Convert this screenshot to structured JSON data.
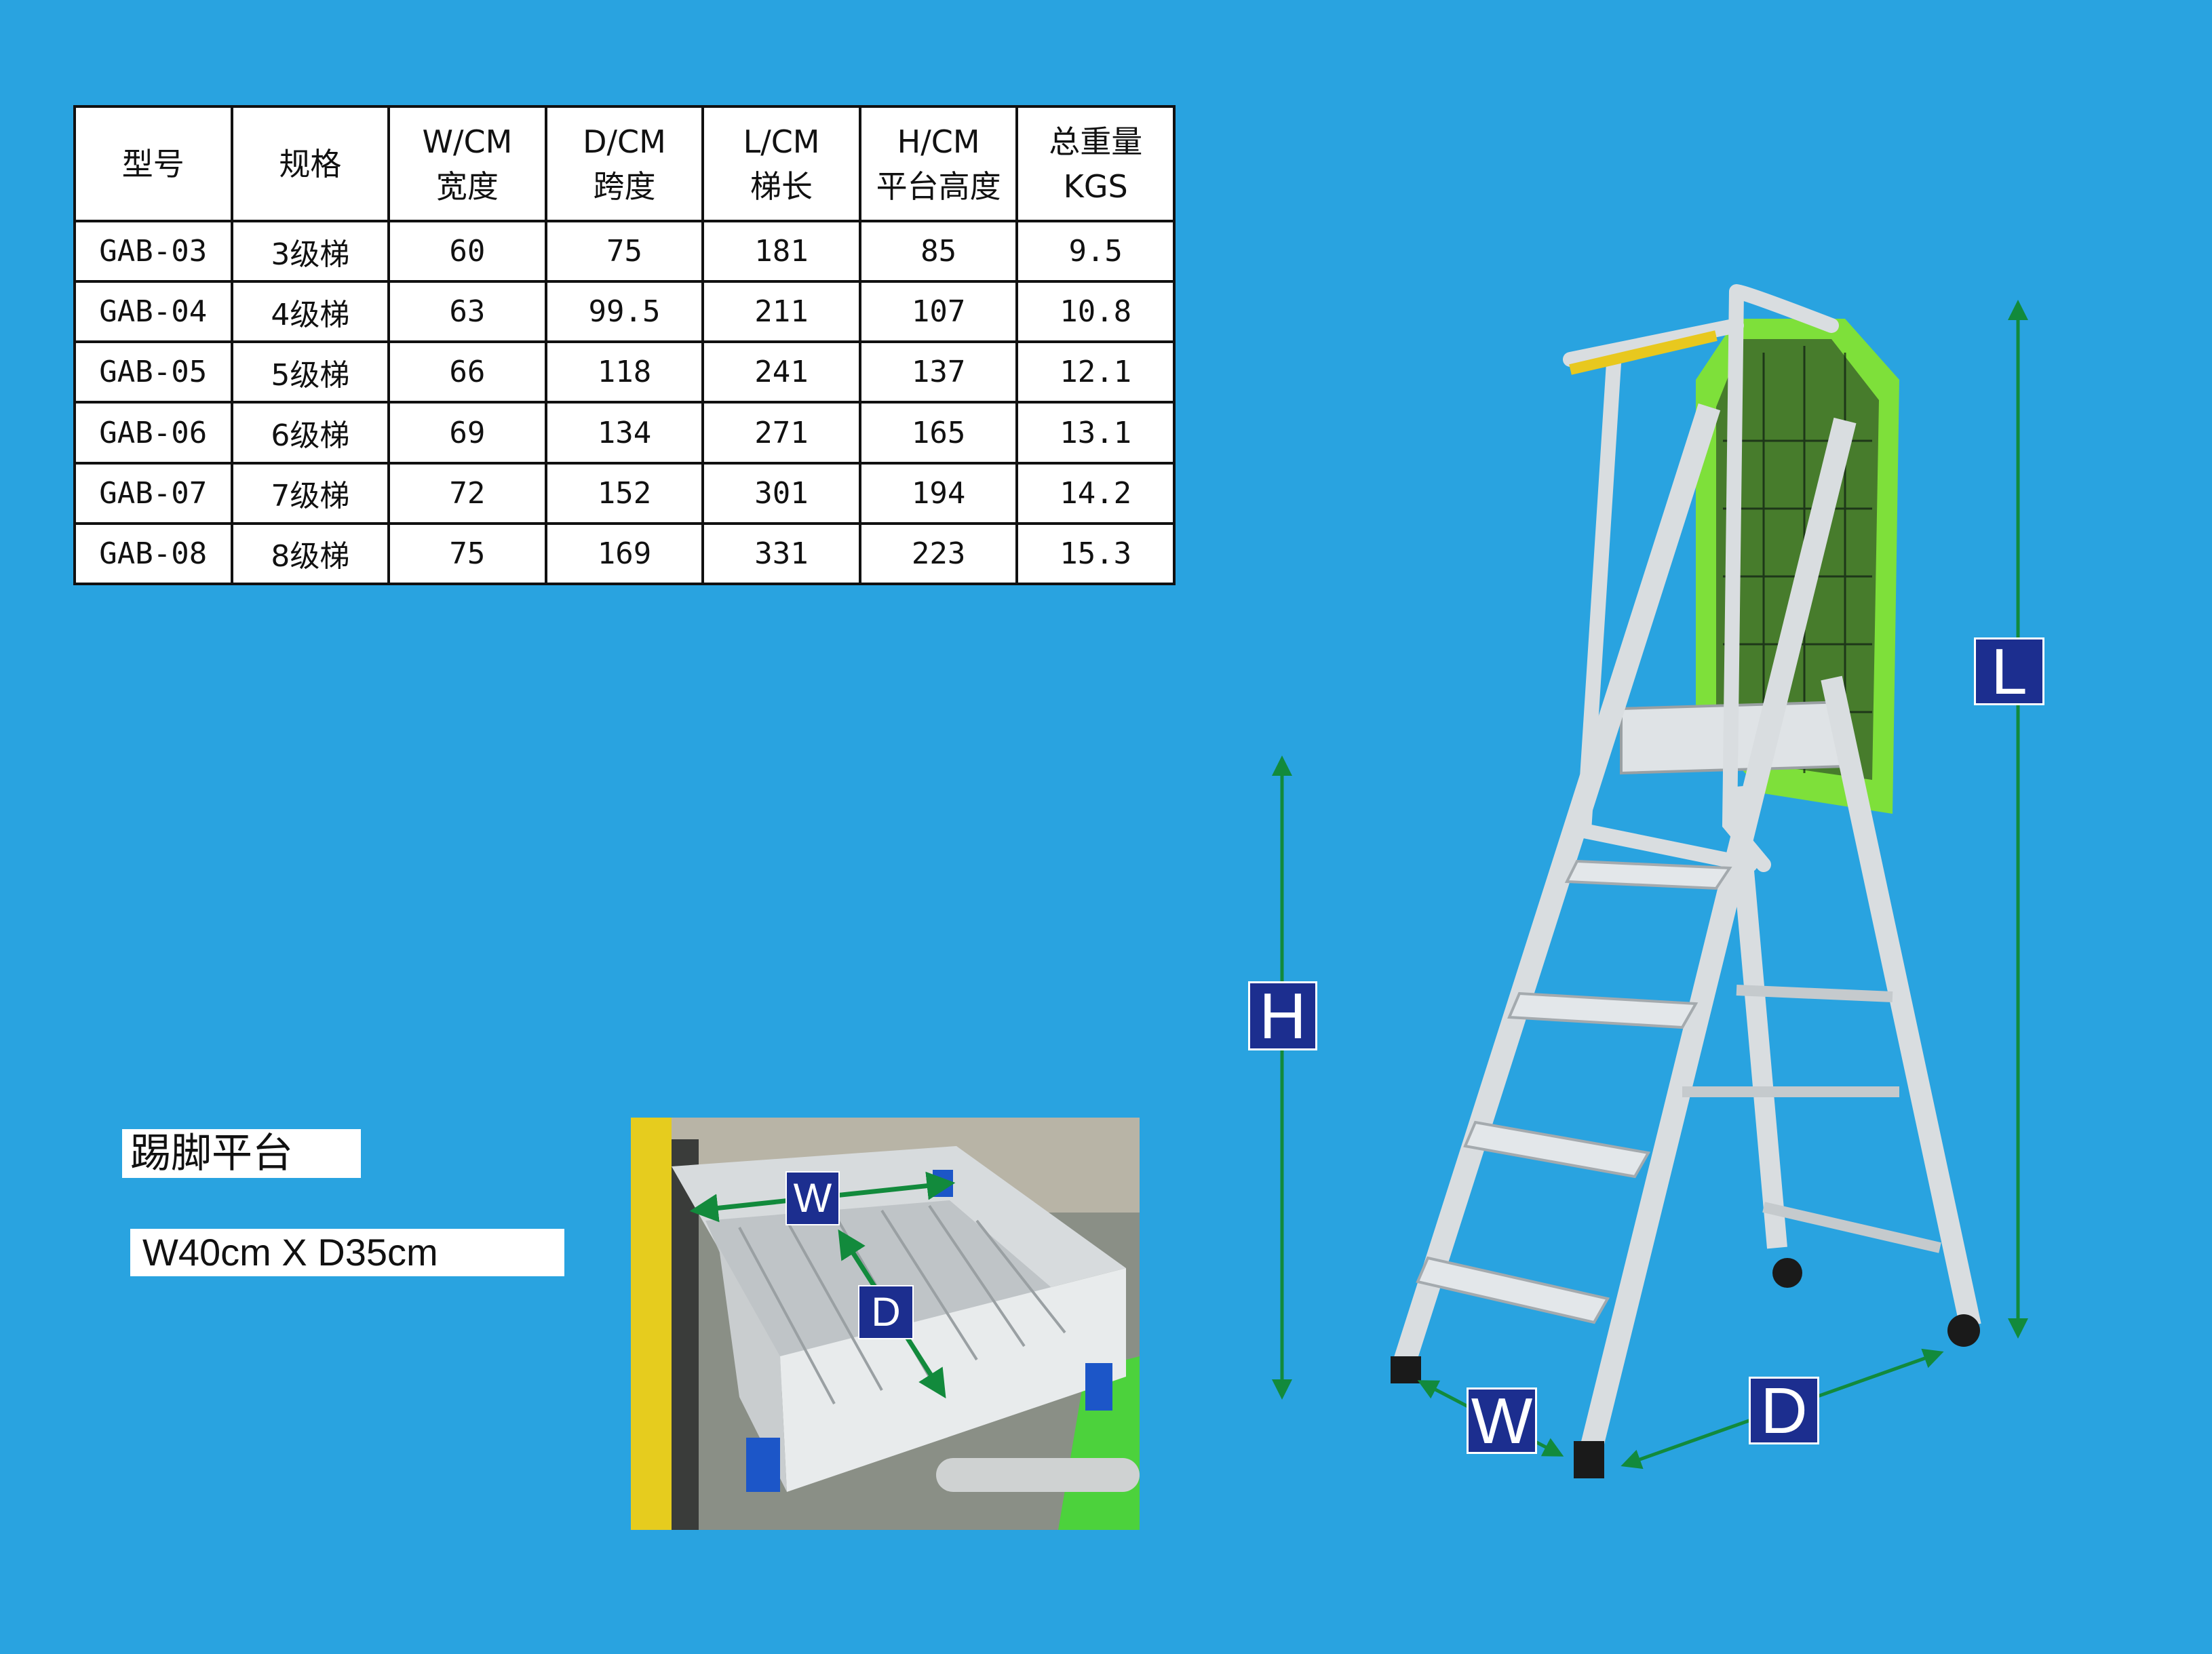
{
  "table": {
    "headers": [
      {
        "l1": "型号",
        "l2": ""
      },
      {
        "l1": "规格",
        "l2": ""
      },
      {
        "l1": "W/CM",
        "l2": "宽度"
      },
      {
        "l1": "D/CM",
        "l2": "跨度"
      },
      {
        "l1": "L/CM",
        "l2": "梯长"
      },
      {
        "l1": "H/CM",
        "l2": "平台高度"
      },
      {
        "l1": "总重量",
        "l2": "KGS"
      }
    ],
    "rows": [
      [
        "GAB-03",
        "3级梯",
        "60",
        "75",
        "181",
        "85",
        "9.5"
      ],
      [
        "GAB-04",
        "4级梯",
        "63",
        "99.5",
        "211",
        "107",
        "10.8"
      ],
      [
        "GAB-05",
        "5级梯",
        "66",
        "118",
        "241",
        "137",
        "12.1"
      ],
      [
        "GAB-06",
        "6级梯",
        "69",
        "134",
        "271",
        "165",
        "13.1"
      ],
      [
        "GAB-07",
        "7级梯",
        "72",
        "152",
        "301",
        "194",
        "14.2"
      ],
      [
        "GAB-08",
        "8级梯",
        "75",
        "169",
        "331",
        "223",
        "15.3"
      ]
    ]
  },
  "platform": {
    "title": "踢脚平台",
    "size": "W40cm X D35cm",
    "photo_labels": {
      "w": "W",
      "d": "D"
    }
  },
  "ladder_dims": {
    "h": "H",
    "l": "L",
    "w": "W",
    "d": "D"
  },
  "colors": {
    "background": "#29a3e0",
    "badge": "#1c2e8f",
    "arrow": "#128a3c",
    "net": "#7ee03a"
  }
}
